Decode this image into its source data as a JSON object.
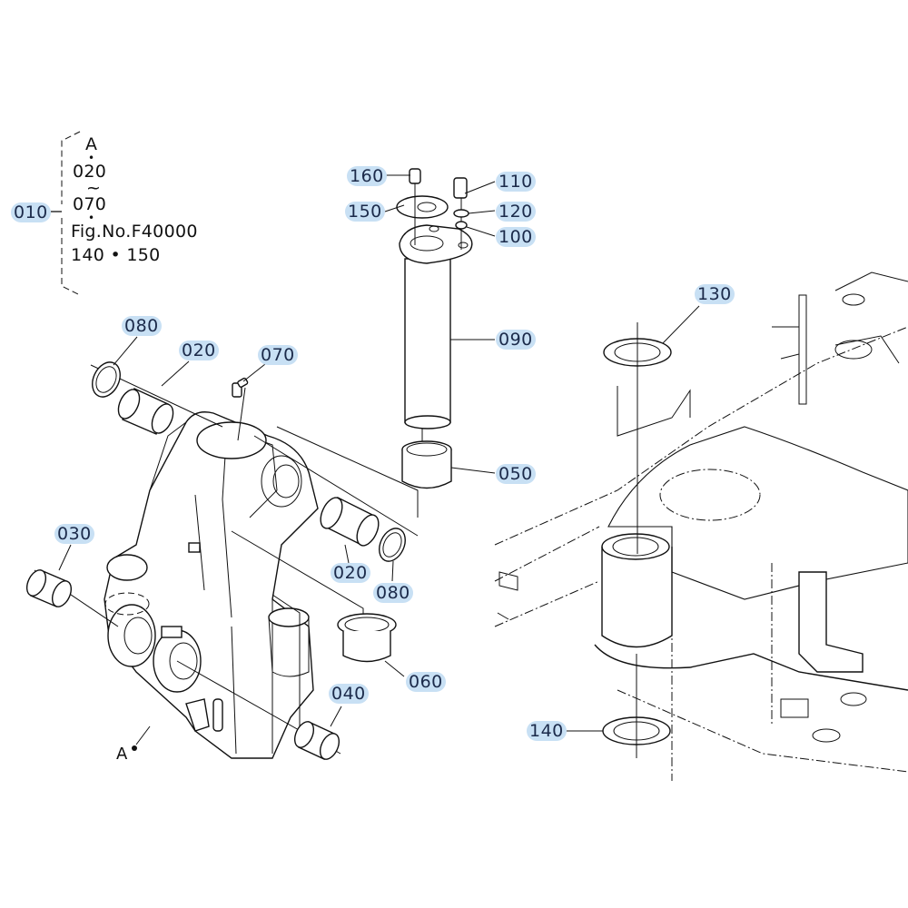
{
  "diagram": {
    "type": "exploded-parts-diagram",
    "assembly_note": {
      "callout": "010",
      "lines": [
        "A",
        "•",
        "020",
        "~",
        "070",
        "•",
        "Fig.No.F40000",
        "140 • 150"
      ]
    },
    "reference_point": "A",
    "callout_color": "#c8e0f4",
    "callouts": [
      {
        "id": "c160",
        "label": "160"
      },
      {
        "id": "c150",
        "label": "150"
      },
      {
        "id": "c110",
        "label": "110"
      },
      {
        "id": "c120",
        "label": "120"
      },
      {
        "id": "c100",
        "label": "100"
      },
      {
        "id": "c090",
        "label": "090"
      },
      {
        "id": "c050",
        "label": "050"
      },
      {
        "id": "c080a",
        "label": "080"
      },
      {
        "id": "c020a",
        "label": "020"
      },
      {
        "id": "c070",
        "label": "070"
      },
      {
        "id": "c030",
        "label": "030"
      },
      {
        "id": "c020b",
        "label": "020"
      },
      {
        "id": "c080b",
        "label": "080"
      },
      {
        "id": "c060",
        "label": "060"
      },
      {
        "id": "c040",
        "label": "040"
      },
      {
        "id": "c130",
        "label": "130"
      },
      {
        "id": "c140",
        "label": "140"
      }
    ]
  }
}
